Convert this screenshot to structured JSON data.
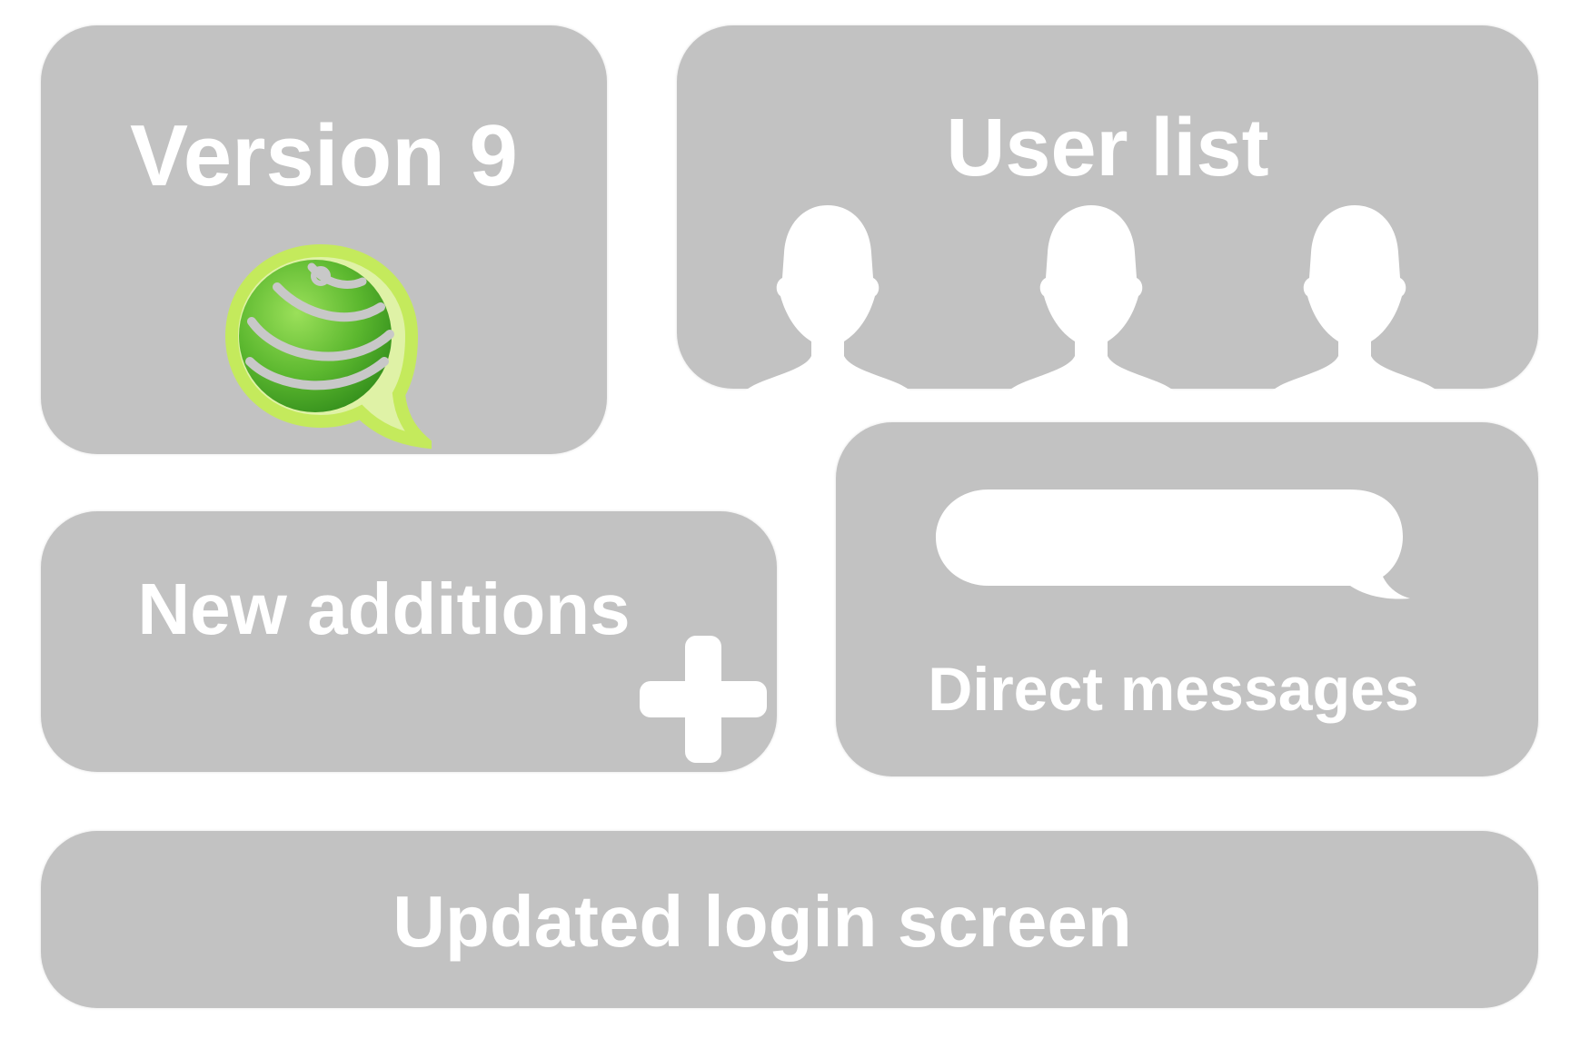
{
  "tiles": {
    "version": {
      "title": "Version 9",
      "logo_icon": "green-globe-speech-bubble-icon"
    },
    "users": {
      "title": "User list",
      "icons": [
        "person-icon",
        "person-icon",
        "person-icon"
      ]
    },
    "additions": {
      "title": "New additions",
      "icon": "plus-icon"
    },
    "messages": {
      "title": "Direct messages",
      "icon": "speech-bubble-icon"
    },
    "login": {
      "title": "Updated login screen"
    }
  },
  "colors": {
    "tile_background": "#c2c2c2",
    "text": "#ffffff",
    "logo_green": "#5cb82f",
    "logo_outline": "#c4ea5c"
  }
}
